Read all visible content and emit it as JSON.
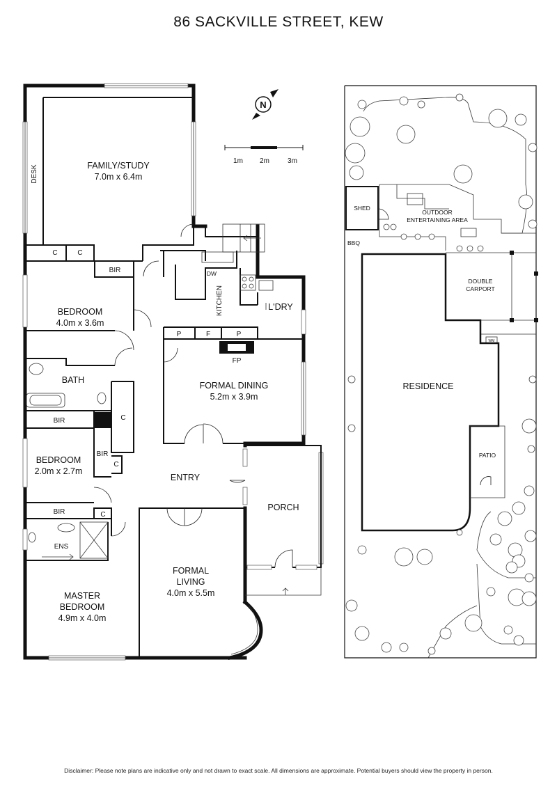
{
  "title": "86 SACKVILLE STREET, KEW",
  "disclaimer": "Disclaimer: Please note plans are indicative only and not drawn to exact scale. All dimensions are approximate. Potential buyers should view the property in person.",
  "compass": "N",
  "scale": [
    "1m",
    "2m",
    "3m"
  ],
  "floor_plan": {
    "family": {
      "name": "FAMILY/STUDY",
      "size": "7.0m x 6.4m"
    },
    "desk": "DESK",
    "cupboard": "C",
    "bir": "BIR",
    "bedroom1": {
      "name": "BEDROOM",
      "size": "4.0m x 3.6m"
    },
    "kitchen": "KITCHEN",
    "dw": "DW",
    "laundry": "L'DRY",
    "pantry": "P",
    "fridge": "F",
    "fireplace": "FP",
    "formal_dining": {
      "name": "FORMAL DINING",
      "size": "5.2m x 3.9m"
    },
    "bath": "BATH",
    "bedroom2": {
      "name": "BEDROOM",
      "size": "2.0m x 2.7m"
    },
    "entry": "ENTRY",
    "porch": "PORCH",
    "ens": "ENS",
    "master": {
      "line1": "MASTER",
      "line2": "BEDROOM",
      "size": "4.9m x 4.0m"
    },
    "formal_living": {
      "line1": "FORMAL",
      "line2": "LIVING",
      "size": "4.0m x 5.5m"
    }
  },
  "site_plan": {
    "shed": "SHED",
    "bbq": "BBQ",
    "outdoor": {
      "line1": "OUTDOOR",
      "line2": "ENTERTAINING AREA"
    },
    "carport": {
      "line1": "DOUBLE",
      "line2": "CARPORT"
    },
    "residence": "RESIDENCE",
    "patio": "PATIO",
    "wm": "WM"
  }
}
